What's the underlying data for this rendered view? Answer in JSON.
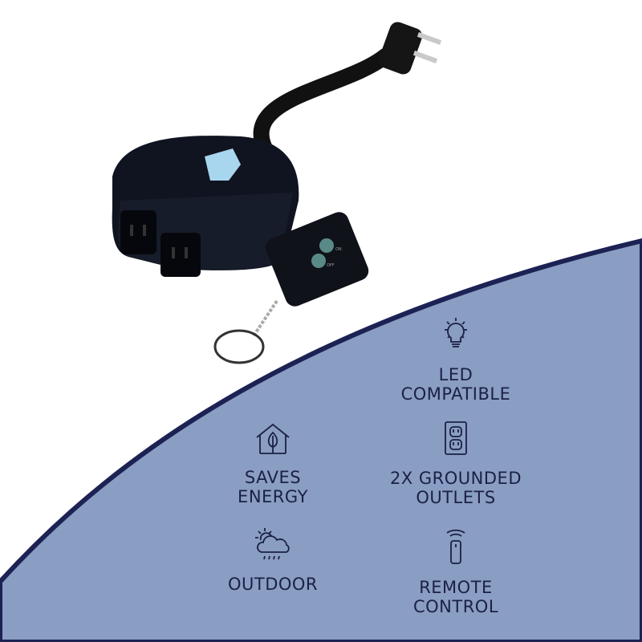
{
  "colors": {
    "panel": "#8a9dc3",
    "border": "#1c2253",
    "text": "#1b2048"
  },
  "product": {
    "remote_on_label": "ON",
    "remote_off_label": "OFF"
  },
  "features": [
    {
      "icon": "light-bulb-icon",
      "line1": "LED",
      "line2": "COMPATIBLE"
    },
    {
      "icon": "house-leaf-icon",
      "line1": "SAVES",
      "line2": "ENERGY"
    },
    {
      "icon": "outlet-icon",
      "line1": "2X GROUNDED",
      "line2": "OUTLETS"
    },
    {
      "icon": "sun-cloud-rain-icon",
      "line1": "OUTDOOR",
      "line2": ""
    },
    {
      "icon": "remote-signal-icon",
      "line1": "REMOTE",
      "line2": "CONTROL"
    }
  ]
}
